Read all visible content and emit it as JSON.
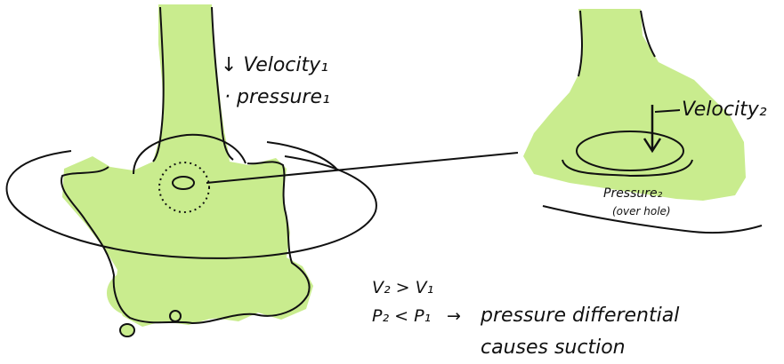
{
  "colors": {
    "fluid": "#c9ec8e",
    "fluid_light": "#d8f2a9",
    "ink": "#111111",
    "background": "#ffffff"
  },
  "labels": {
    "velocity_1": "↓ Velocity₁",
    "pressure_1": "· pressure₁",
    "velocity_2": "Velocity₂",
    "pressure_2": "Pressure₂",
    "over_hole": "(over hole)",
    "relation_velocity": "V₂ > V₁",
    "relation_pressure": "P₂ < P₁",
    "arrow": "→",
    "conclusion_line1": "pressure differential",
    "conclusion_line2": "causes suction"
  }
}
